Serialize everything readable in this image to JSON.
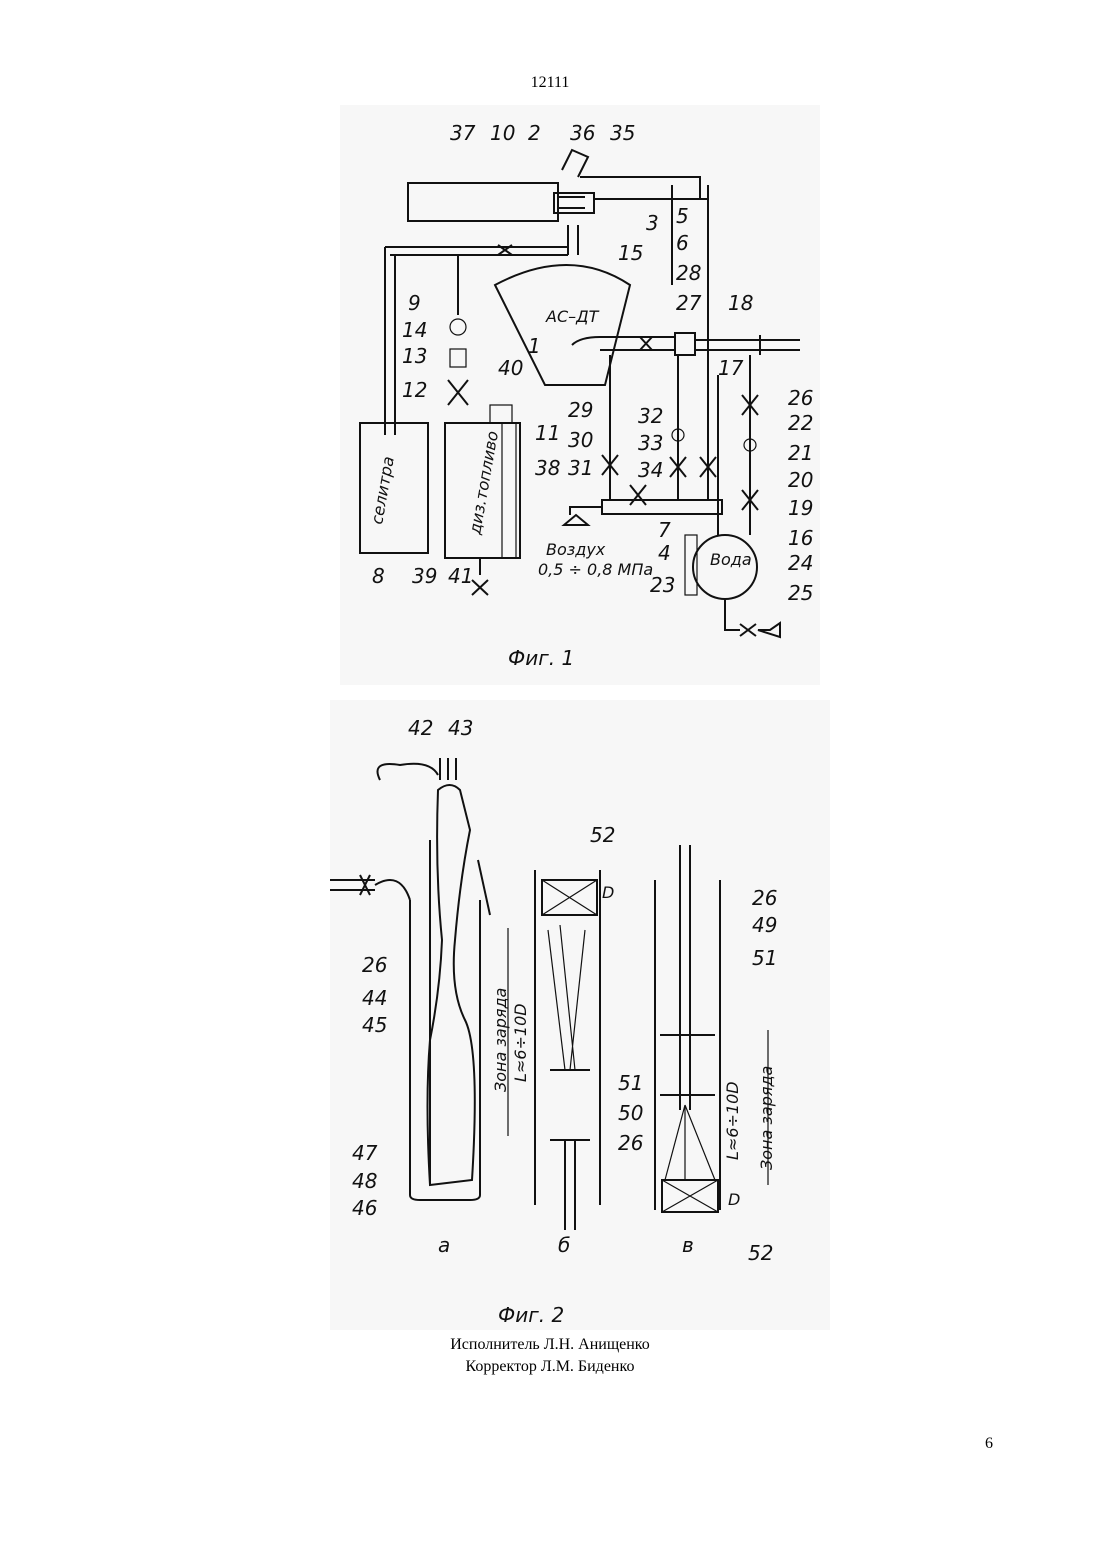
{
  "header": {
    "document_number": "12111"
  },
  "figure1": {
    "caption": "Фиг. 1",
    "vessel_label": "АС–ДТ",
    "saltpeter_label": "селитра",
    "diesel_label": "диз.топливо",
    "water_label": "Вода",
    "air_label": "Воздух",
    "air_pressure_label": "0,5 ÷ 0,8 МПа",
    "labels": [
      "37",
      "10",
      "2",
      "36",
      "35",
      "3",
      "5",
      "6",
      "15",
      "28",
      "27",
      "18",
      "9",
      "14",
      "13",
      "12",
      "1",
      "40",
      "17",
      "26",
      "22",
      "21",
      "20",
      "19",
      "29",
      "30",
      "31",
      "32",
      "33",
      "34",
      "11",
      "38",
      "7",
      "4",
      "16",
      "24",
      "25",
      "23",
      "8",
      "39",
      "41"
    ]
  },
  "figure2": {
    "caption": "Фиг. 2",
    "sub_a": "а",
    "sub_b": "б",
    "sub_c": "в",
    "charge_zone_label": "Зона заряда",
    "charge_length_label": "L≈6÷10D",
    "labels": [
      "42",
      "43",
      "26",
      "44",
      "45",
      "47",
      "48",
      "46",
      "52",
      "D",
      "51",
      "50",
      "26",
      "26",
      "49",
      "51",
      "D",
      "52"
    ]
  },
  "footer": {
    "executor": "Исполнитель Л.Н. Анищенко",
    "corrector": "Корректор Л.М. Биденко",
    "page_number": "6"
  }
}
